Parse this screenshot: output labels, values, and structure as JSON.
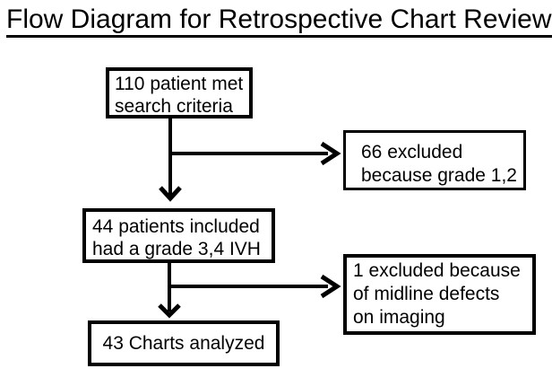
{
  "colors": {
    "ink": "#000000",
    "background": "#ffffff"
  },
  "title": "Flow Diagram for Retrospective Chart Review",
  "flowchart": {
    "nodes": [
      {
        "id": "search-criteria",
        "text": "110 patient met\nsearch criteria"
      },
      {
        "id": "included",
        "text": "44 patients included\nhad a grade 3,4 IVH"
      },
      {
        "id": "excluded-grade",
        "text": "66 excluded\nbecause grade 1,2"
      },
      {
        "id": "excluded-midline",
        "text": "1 excluded because\nof midline defects\non imaging"
      },
      {
        "id": "analyzed",
        "text": "43 Charts analyzed"
      }
    ],
    "edges": [
      {
        "from": "search-criteria",
        "to": "included",
        "type": "arrow-down"
      },
      {
        "from": "search-criteria",
        "to": "excluded-grade",
        "type": "arrow-right"
      },
      {
        "from": "included",
        "to": "analyzed",
        "type": "arrow-down"
      },
      {
        "from": "included",
        "to": "excluded-midline",
        "type": "arrow-right"
      }
    ]
  }
}
